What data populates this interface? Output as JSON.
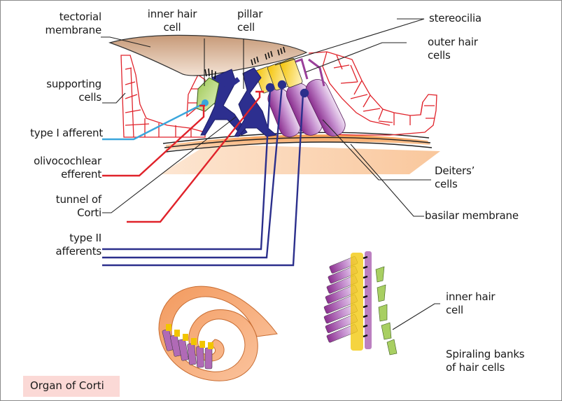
{
  "labels": {
    "tectorial_membrane": "tectorial\nmembrane",
    "inner_hair_cell_top": "inner hair\ncell",
    "pillar_cell": "pillar\ncell",
    "stereocilia": "stereocilia",
    "outer_hair_cells": "outer hair\ncells",
    "supporting_cells": "supporting\ncells",
    "type_i_afferent": "type I afferent",
    "olivocochlear_efferent": "olivocochlear\nefferent",
    "tunnel_of_corti": "tunnel of\nCorti",
    "type_ii_afferents": "type II\nafferents",
    "deiters_cells": "Deiters’\ncells",
    "basilar_membrane": "basilar membrane",
    "inner_hair_cell_bottom": "inner hair\ncell",
    "spiraling_banks": "Spiraling banks\nof hair cells"
  },
  "title": "Organ of Corti",
  "colors": {
    "tectorial": "#d8b59a",
    "supporting": "#e0222a",
    "pillar": "#2d2f8f",
    "inner_hair_cell": "#a8cf62",
    "outer_hair_cell": "#f2c500",
    "deiters": "#9a3f9a",
    "basilar": "#f7a35c",
    "type_i_fiber": "#3aa6dc",
    "efferent_fiber": "#e0222a",
    "type_ii_fiber": "#2b2f8c",
    "spiral": "#f4a978",
    "title_bg": "#fbd9d6"
  }
}
